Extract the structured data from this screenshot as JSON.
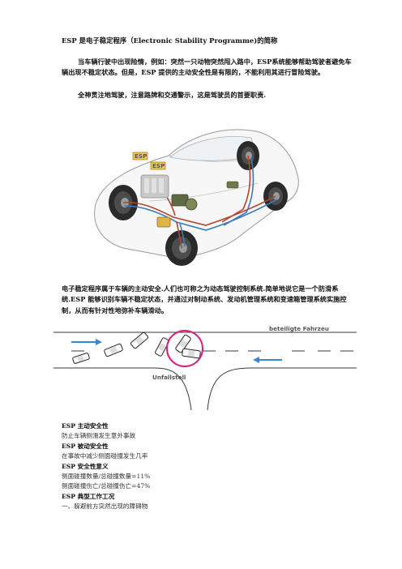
{
  "heading": "ESP 是电子稳定程序（Electronic Stability Programme)的简称",
  "paragraphs": {
    "p1": "当车辆行驶中出现险情，例如：突然一只动物突然闯入路中，ESP系统能够帮助驾驶者避免车辆出现不稳定状态。但是，ESP 提供的主动安全性是有限的，不能利用其进行冒险驾驶。",
    "p2": "全神贯注地驾驶，注意路牌和交通警示，这是驾驶员的首要职责.",
    "p3": "电子稳定程序属于车辆的主动安全.人们也可称之为动态驾驶控制系统.简单地说它是一个防滑系统.ESP 能够识别车辆不稳定状态，并通过对制动系统、发动机管理系统和变速箱管理系统实施控制，从而有针对性地弥补车辆滑动。"
  },
  "car_figure": {
    "labels": [
      "ESP",
      "ESP"
    ]
  },
  "road_figure": {
    "label_involved": "beteiligte Fahrzeu",
    "label_accident": "Unfallstell"
  },
  "list": {
    "active_heading": "ESP 主动安全性",
    "active_text": "防止车辆侧滑发生意外事故",
    "passive_heading": "ESP 被动安全性",
    "passive_text": "在事故中减少侧面碰撞发生几率",
    "meaning_heading": "ESP 安全性意义",
    "meaning_text1": "侧面碰撞数量/总碰撞数量=11%",
    "meaning_text2": "侧面碰撞伤亡/总碰撞伤亡=47%",
    "typical_heading": "ESP 典型工作工况",
    "typical_text": "一、躲避前方突然出现的障碍物"
  },
  "colors": {
    "brake_line_red": "#b2442c",
    "brake_line_blue": "#3b79b8",
    "highlight_magenta": "#d6207a",
    "arrow_blue": "#3a86d0"
  }
}
